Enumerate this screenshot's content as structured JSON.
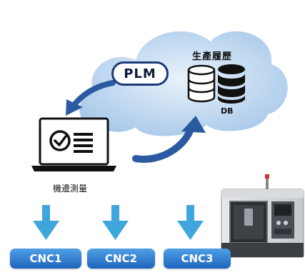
{
  "cloud": {
    "history_label": "生產履歷",
    "db_label": "DB",
    "plm_label": "PLM"
  },
  "edge": {
    "label": "機邊測量"
  },
  "machines": [
    {
      "label": "CNC1"
    },
    {
      "label": "CNC2"
    },
    {
      "label": "CNC3"
    }
  ],
  "colors": {
    "cloud_light": "#dbe9f8",
    "cloud_dark": "#9fc2e7",
    "arrow_blue": "#2c5aa0",
    "down_arrow": "#3ea6dd",
    "cnc_button": "#2f7fd6",
    "plm_border": "#1c3a78"
  },
  "icons": {
    "database_outline": "database-outline-icon",
    "database_solid": "database-solid-icon",
    "laptop": "laptop-icon",
    "checklist": "checklist-icon",
    "cnc_machine": "cnc-machine-icon"
  }
}
